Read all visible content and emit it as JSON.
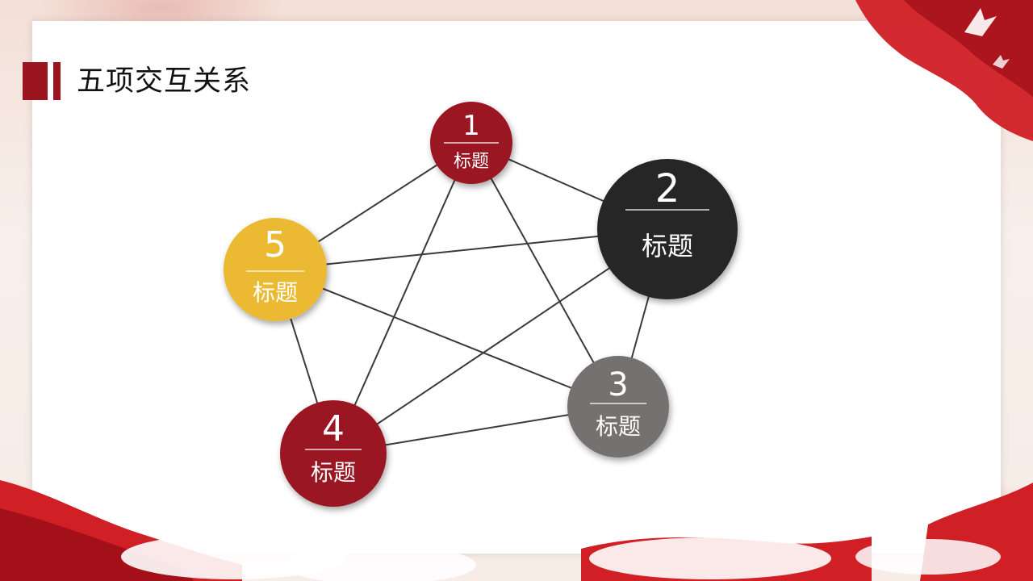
{
  "slide": {
    "title": "五项交互关系"
  },
  "diagram": {
    "nodes": [
      {
        "number": "1",
        "label": "标题",
        "color": "#9a1520"
      },
      {
        "number": "2",
        "label": "标题",
        "color": "#262626"
      },
      {
        "number": "3",
        "label": "标题",
        "color": "#757170"
      },
      {
        "number": "4",
        "label": "标题",
        "color": "#9a1520"
      },
      {
        "number": "5",
        "label": "标题",
        "color": "#ebb931"
      }
    ],
    "connections": [
      [
        1,
        2
      ],
      [
        1,
        4
      ],
      [
        1,
        5
      ],
      [
        1,
        3
      ],
      [
        2,
        5
      ],
      [
        2,
        4
      ],
      [
        2,
        3
      ],
      [
        5,
        4
      ],
      [
        5,
        3
      ],
      [
        4,
        3
      ]
    ],
    "line_color": "#3a3a3a"
  },
  "theme": {
    "accent": "#9a1520",
    "ribbon_red": "#d01f25"
  }
}
